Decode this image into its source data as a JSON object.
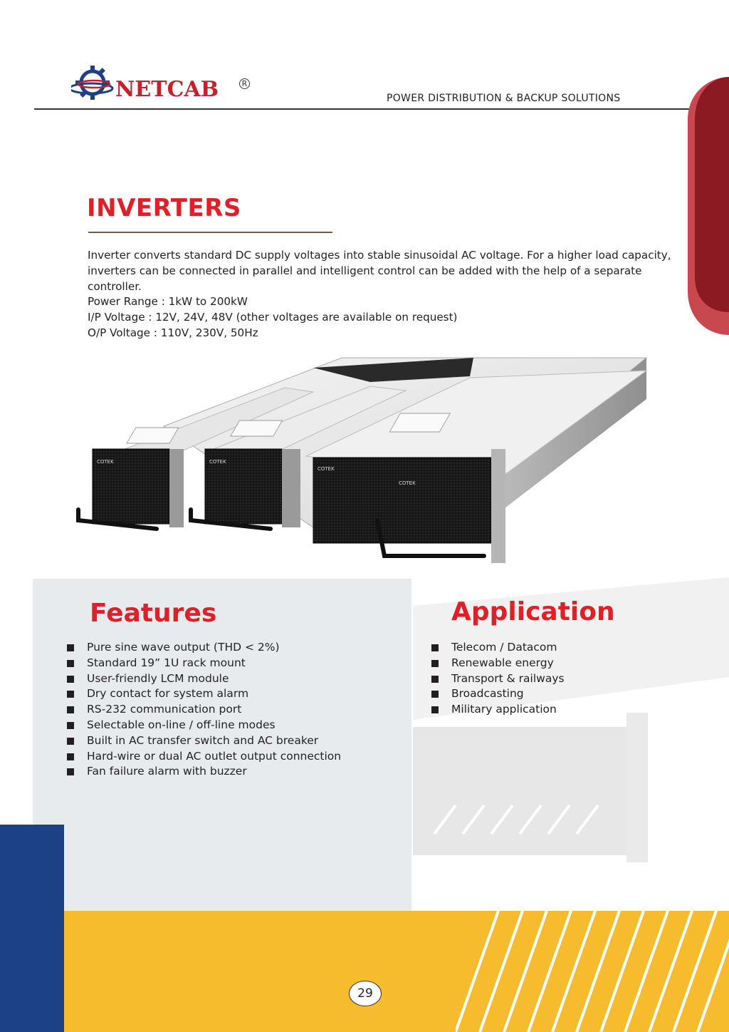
{
  "header": {
    "brand": "NETCAB",
    "registered": "R",
    "tagline": "POWER DISTRIBUTION & BACKUP SOLUTIONS"
  },
  "title": "INVERTERS",
  "intro": {
    "description": "Inverter converts standard DC supply voltages into stable sinusoidal AC voltage. For a higher load capacity, inverters can be connected in parallel and intelligent control can be added with the help of a separate controller.",
    "power_range": "Power Range : 1kW to 200kW",
    "ip_voltage": "I/P Voltage : 12V, 24V, 48V (other voltages are available on request)",
    "op_voltage": "O/P Voltage : 110V, 230V, 50Hz"
  },
  "product": {
    "module_brand": "COTEK"
  },
  "features": {
    "title": "Features",
    "items": [
      "Pure sine wave output (THD < 2%)",
      "Standard 19” 1U rack mount",
      "User-friendly LCM module",
      "Dry contact for system alarm",
      "RS-232 communication port",
      "Selectable on-line / off-line modes",
      "Built in AC transfer switch and AC breaker",
      "Hard-wire or dual AC outlet output connection",
      "Fan failure alarm with buzzer"
    ]
  },
  "application": {
    "title": "Application",
    "items": [
      "Telecom / Datacom",
      "Renewable energy",
      "Transport & railways",
      "Broadcasting",
      "Military application"
    ]
  },
  "page_number": "29",
  "colors": {
    "accent_red": "#e01f26",
    "dark_red": "#8b1a23",
    "brand_blue": "#1c4187",
    "footer_yellow": "#f7bb2e"
  }
}
